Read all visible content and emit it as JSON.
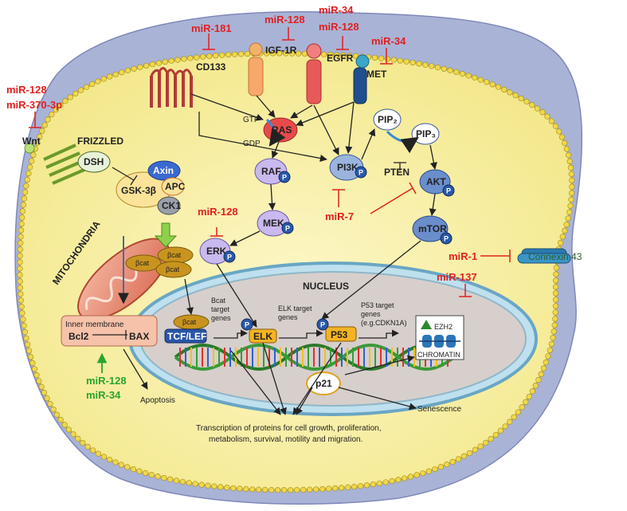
{
  "labels": {
    "mir181": "miR-181",
    "mir128a": "miR-128",
    "mir34a": "miR-34",
    "mir128b": "miR-128",
    "mir34b": "miR-34",
    "mir128c": "miR-128",
    "mir370": "miR-370-3p",
    "mir128d": "miR-128",
    "mir7": "miR-7",
    "mir1": "miR-1",
    "mir137": "miR-137",
    "mir128e": "miR-128",
    "mir34c": "miR-34",
    "cd133": "CD133",
    "igf1r": "IGF-1R",
    "egfr": "EGFR",
    "met": "MET",
    "wnt": "Wnt",
    "frizzled": "FRIZZLED",
    "dsh": "DSH",
    "gsk3b": "GSK-3β",
    "axin": "Axin",
    "apc": "APC",
    "ck1": "CK1",
    "bcat": "βcat",
    "tcf_lef": "TCF/LEF",
    "gtp": "GTP",
    "gdp": "GDP",
    "ras": "RAS",
    "raf": "RAF",
    "mek": "MEK",
    "erk": "ERK",
    "pi3k": "PI3K",
    "pip2": "PIP₂",
    "pip3": "PIP₃",
    "pten": "PTEN",
    "akt": "AKT",
    "mtor": "mTOR",
    "connexin43": "Connexin 43",
    "nucleus": "NUCLEUS",
    "bcat_target_1": "Bcat",
    "bcat_target_2": "target",
    "bcat_target_3": "genes",
    "elk_target_1": "ELK target",
    "elk_target_2": "genes",
    "p53_target_1": "P53 target",
    "p53_target_2": "genes",
    "p53_target_3": "(e.g.CDKN1A)",
    "elk": "ELK",
    "p53": "P53",
    "ezh2": "EZH2",
    "chromatin": "CHROMATIN",
    "p21": "p21",
    "senescence": "Senescence",
    "apoptosis": "Apoptosis",
    "inner_membrane": "Inner membrane",
    "bcl2": "Bcl2",
    "bax": "BAX",
    "mitochondria": "MITOCHONDRIA",
    "transcription_1": "Transcription of proteins for cell growth, proliferation,",
    "transcription_2": "metabolism, survival, motility and migration.",
    "phosphate": "P"
  },
  "colors": {
    "inhibitor_mirna": "#e02020",
    "activator_mirna": "#2aa52a",
    "cell_body": "#a9b3d6",
    "cytoplasm": "#f3e88c",
    "phosphate": "#2a5aa8"
  }
}
